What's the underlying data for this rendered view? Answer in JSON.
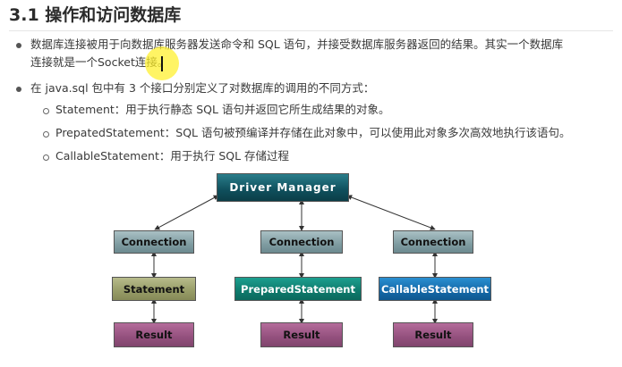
{
  "section": {
    "title": "3.1 操作和访问数据库"
  },
  "bullets": [
    {
      "lines": [
        "数据库连接被用于向数据库服务器发送命令和 SQL 语句，并接受数据库服务器返回的结果。其实一个数据库",
        "连接就是一个Socket连接。"
      ]
    },
    {
      "lines": [
        "在 java.sql 包中有 3 个接口分别定义了对数据库的调用的不同方式："
      ],
      "sub": [
        "Statement：用于执行静态 SQL 语句并返回它所生成结果的对象。",
        "PrepatedStatement：SQL 语句被预编译并存储在此对象中，可以使用此对象多次高效地执行该语句。",
        "CallableStatement：用于执行 SQL 存储过程"
      ]
    }
  ],
  "diagram": {
    "root": "Driver Manager",
    "connection": "Connection",
    "statements": [
      "Statement",
      "PreparedStatement",
      "CallableStatement"
    ],
    "result": "Result",
    "colors": {
      "driver_manager": "#0f4f5c",
      "connection": "#7f9ca1",
      "statement": "#979c67",
      "prepared_statement": "#0e7a6c",
      "callable_statement": "#1468a8",
      "result": "#93507d"
    }
  },
  "cursor": {
    "icon": "text-cursor-icon",
    "highlight_color": "#fff028"
  }
}
